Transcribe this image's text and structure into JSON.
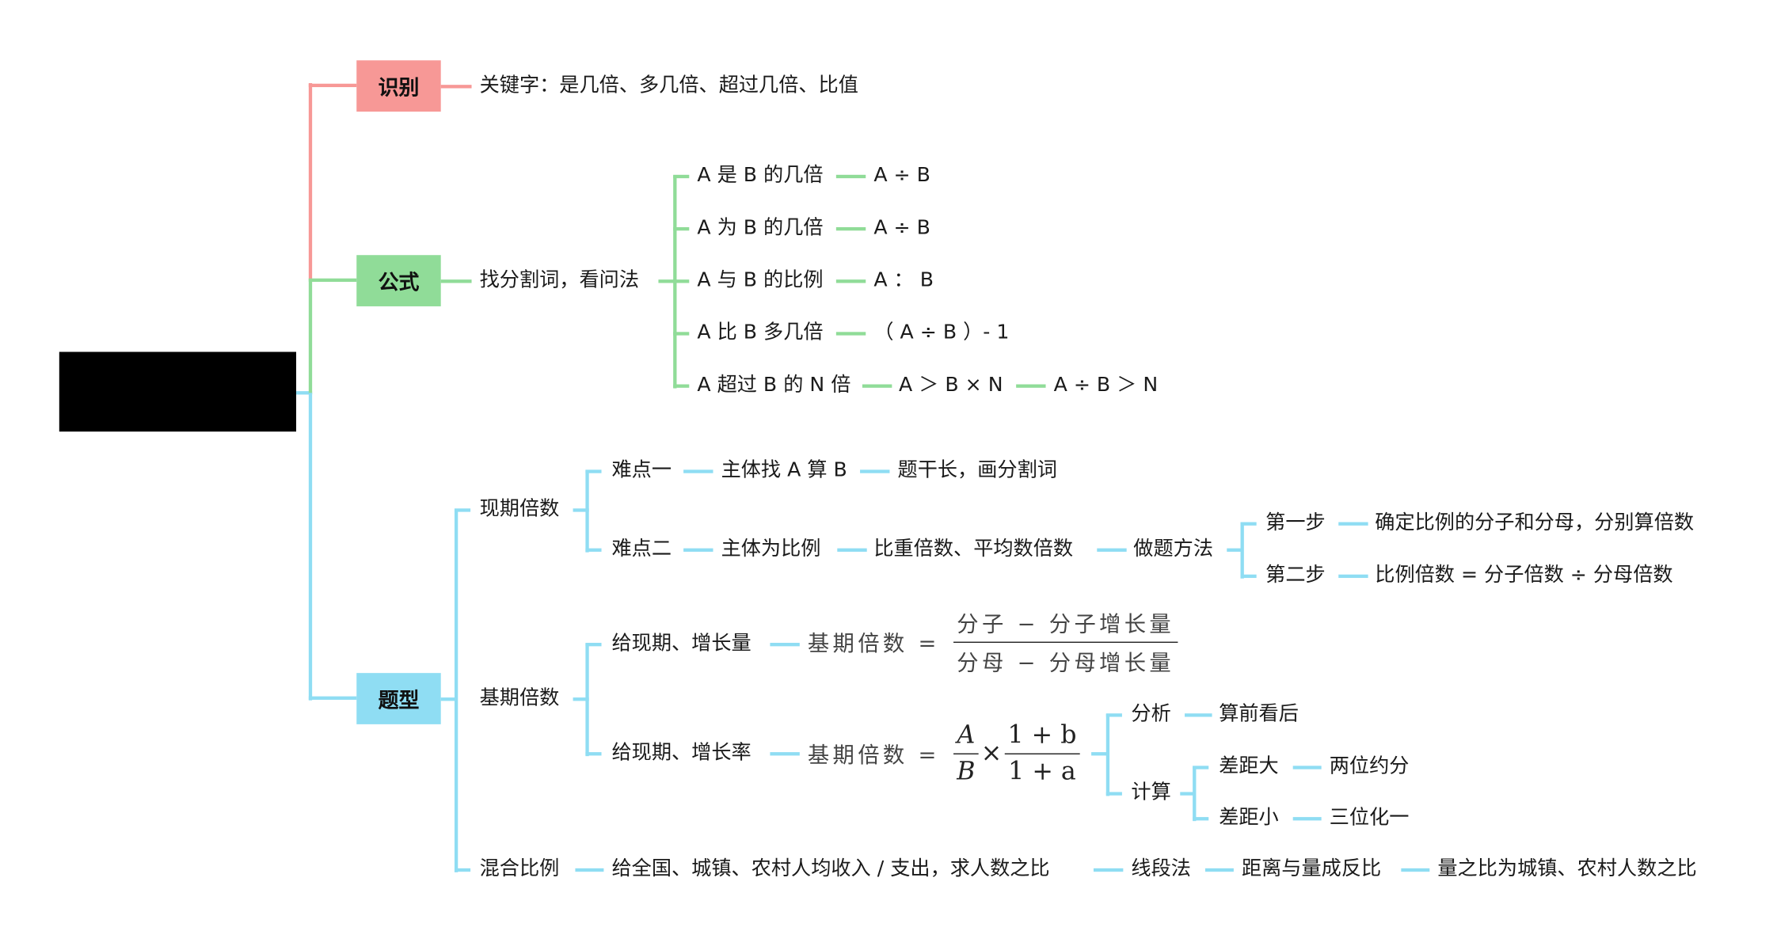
{
  "root": {
    "label": ""
  },
  "branches": {
    "identify": {
      "label": "识别",
      "keywords": "关键字：是几倍、多几倍、超过几倍、比值"
    },
    "formula": {
      "label": "公式",
      "method": "找分割词，看问法",
      "items": [
        {
          "phrase": "A 是 B 的几倍",
          "result": "A ÷ B"
        },
        {
          "phrase": "A 为 B 的几倍",
          "result": "A ÷ B"
        },
        {
          "phrase": "A 与 B 的比例",
          "result": "A ： B"
        },
        {
          "phrase": "A 比 B 多几倍",
          "result": "（ A ÷ B ）- 1"
        },
        {
          "phrase": "A 超过 B 的 N 倍",
          "result": "A ＞ B × N",
          "result2": "A ÷ B ＞ N"
        }
      ]
    },
    "types": {
      "label": "题型",
      "current": {
        "label": "现期倍数",
        "d1": {
          "label": "难点一",
          "a": "主体找 A 算 B",
          "b": "题干长，画分割词"
        },
        "d2": {
          "label": "难点二",
          "a": "主体为比例",
          "b": "比重倍数、平均数倍数",
          "c": "做题方法",
          "step1": {
            "label": "第一步",
            "text": "确定比例的分子和分母，分别算倍数"
          },
          "step2": {
            "label": "第二步",
            "text": "比例倍数 = 分子倍数 ÷ 分母倍数"
          }
        }
      },
      "base": {
        "label": "基期倍数",
        "c1": {
          "label": "给现期、增长量",
          "lhs": "基期倍数 =",
          "num": "分子 − 分子增长量",
          "den": "分母 − 分母增长量"
        },
        "c2": {
          "label": "给现期、增长率",
          "lhs": "基期倍数 =",
          "f1num": "A",
          "f1den": "B",
          "times": "×",
          "f2num": "1 + b",
          "f2den": "1 + a",
          "analysis": {
            "label": "分析",
            "text": "算前看后"
          },
          "calc": {
            "label": "计算",
            "big": "差距大",
            "bigText": "两位约分",
            "small": "差距小",
            "smallText": "三位化一"
          }
        }
      },
      "mixed": {
        "label": "混合比例",
        "a": "给全国、城镇、农村人均收入 / 支出，求人数之比",
        "b": "线段法",
        "c": "距离与量成反比",
        "d": "量之比为城镇、农村人数之比"
      }
    }
  },
  "colors": {
    "identify": "#f79896",
    "formula": "#90dc98",
    "types": "#8fddf3"
  }
}
